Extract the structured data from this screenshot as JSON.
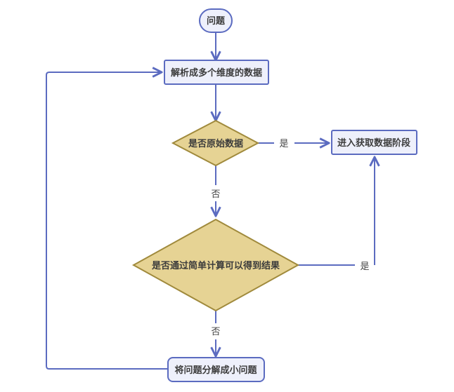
{
  "diagram": {
    "nodes": {
      "start": {
        "label": "问题",
        "shape": "stadium"
      },
      "parse": {
        "label": "解析成多个维度的数据",
        "shape": "rect"
      },
      "decision_raw": {
        "label": "是否原始数据",
        "shape": "diamond"
      },
      "acquire": {
        "label": "进入获取数据阶段",
        "shape": "rect"
      },
      "decision_simple": {
        "label": "是否通过简单计算可以得到结果",
        "shape": "diamond"
      },
      "split": {
        "label": "将问题分解成小问题",
        "shape": "rounded-rect"
      }
    },
    "edges": [
      {
        "from": "start",
        "to": "parse",
        "label": ""
      },
      {
        "from": "parse",
        "to": "decision_raw",
        "label": ""
      },
      {
        "from": "decision_raw",
        "to": "acquire",
        "label": "是"
      },
      {
        "from": "decision_raw",
        "to": "decision_simple",
        "label": "否"
      },
      {
        "from": "decision_simple",
        "to": "acquire",
        "label": "是"
      },
      {
        "from": "decision_simple",
        "to": "split",
        "label": "否"
      },
      {
        "from": "split",
        "to": "parse",
        "label": ""
      }
    ],
    "edge_labels": {
      "raw_yes": "是",
      "raw_no": "否",
      "simple_yes": "是",
      "simple_no": "否"
    },
    "colors": {
      "edge": "#5b6bc0",
      "rect_fill": "#eef0fb",
      "diamond_fill": "#e6d394",
      "diamond_stroke": "#a08a3c",
      "text": "#3c3c3c"
    }
  }
}
